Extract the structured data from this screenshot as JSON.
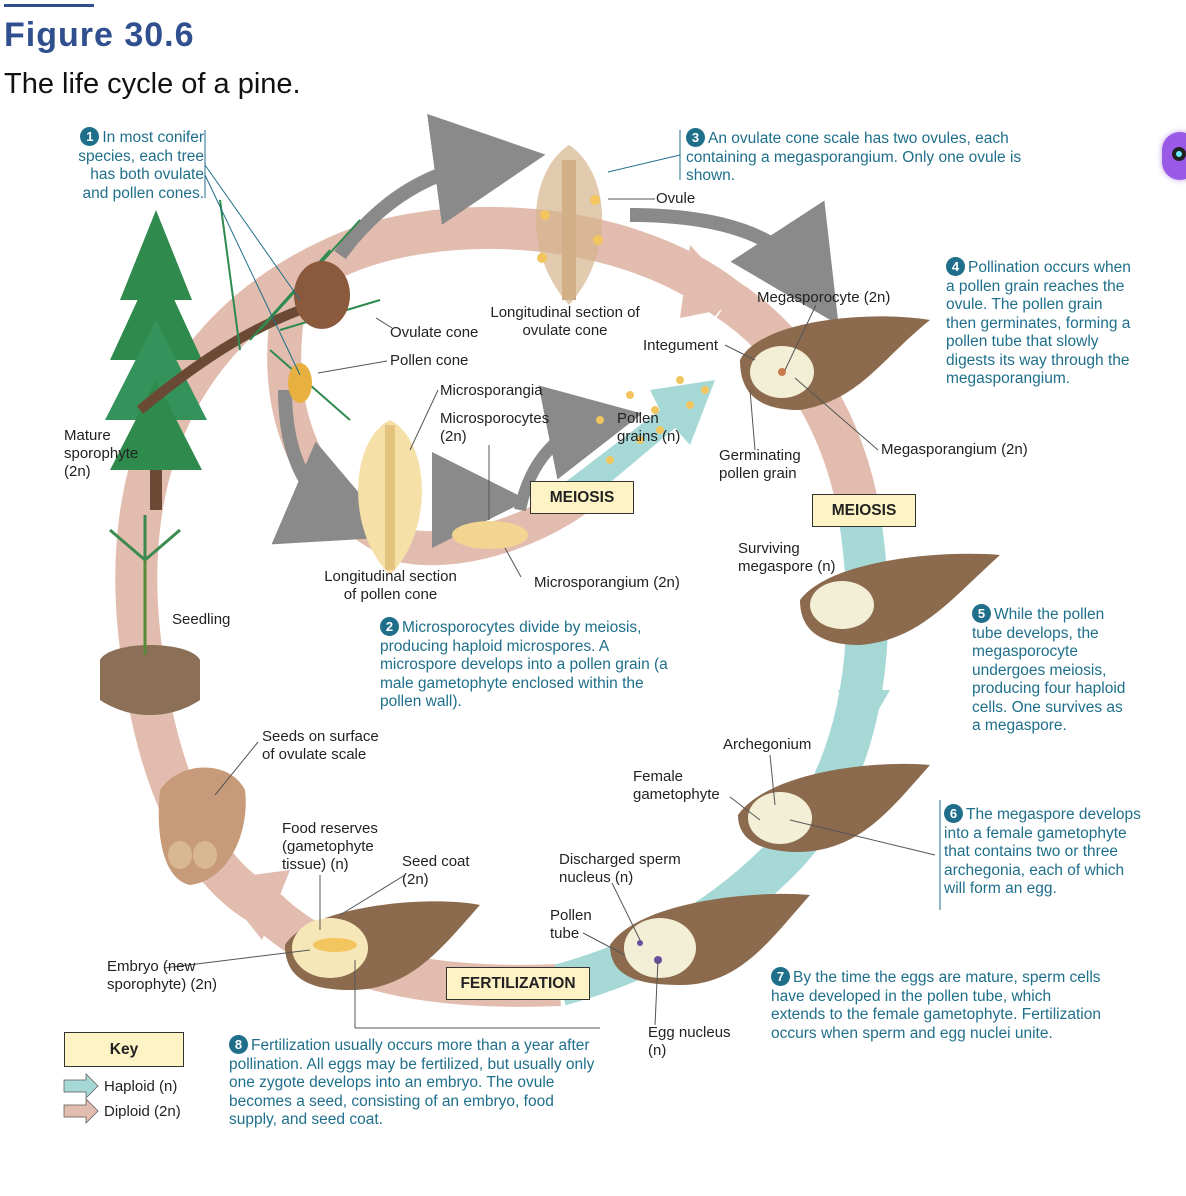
{
  "figure": {
    "title": "Figure 30.6",
    "subtitle": "The life cycle of a pine."
  },
  "steps": [
    {
      "num": "1",
      "text": "In most conifer species, each tree has both ovulate and pollen cones."
    },
    {
      "num": "2",
      "text": "Microsporocytes divide by meiosis, producing haploid microspores. A microspore develops into a pollen grain (a male gametophyte enclosed within the pollen wall)."
    },
    {
      "num": "3",
      "text": "An ovulate cone scale has two ovules, each containing a megasporangium. Only one ovule is shown."
    },
    {
      "num": "4",
      "text": "Pollination occurs when a pollen grain reaches the ovule. The pollen grain then germinates, forming a pollen tube that slowly digests its way through the megasporangium."
    },
    {
      "num": "5",
      "text": "While the pollen tube develops, the megasporocyte undergoes meiosis, producing four haploid cells. One survives as a megaspore."
    },
    {
      "num": "6",
      "text": "The megaspore develops into a female gametophyte that contains two or three archegonia, each of which will form an egg."
    },
    {
      "num": "7",
      "text": "By the time the eggs are mature, sperm cells have developed in the pollen tube, which extends to the female gametophyte. Fertilization occurs when sperm and egg nuclei unite."
    },
    {
      "num": "8",
      "text": "Fertilization usually occurs more than a year after pollination. All eggs may be fertilized, but usually only one zygote develops into an embryo. The ovule becomes a seed, consisting of an embryo, food supply, and seed coat."
    }
  ],
  "labels": {
    "ovule": "Ovule",
    "long_section_ovulate": "Longitudinal section of ovulate cone",
    "ovulate_cone": "Ovulate cone",
    "pollen_cone": "Pollen cone",
    "microsporangia": "Microsporangia",
    "microsporocytes": "Microsporocytes (2n)",
    "pollen_grains": "Pollen grains (n)",
    "megasporocyte": "Megasporocyte (2n)",
    "integument": "Integument",
    "germinating_pollen": "Germinating pollen grain",
    "megasporangium": "Megasporangium (2n)",
    "mature_sporophyte": "Mature sporophyte (2n)",
    "long_section_pollen": "Longitudinal section of pollen cone",
    "microsporangium": "Microsporangium (2n)",
    "surviving_megaspore": "Surviving megaspore (n)",
    "seedling": "Seedling",
    "archegonium": "Archegonium",
    "female_gametophyte": "Female gametophyte",
    "seeds_on_surface": "Seeds on surface of ovulate scale",
    "food_reserves": "Food reserves (gametophyte tissue) (n)",
    "seed_coat": "Seed coat (2n)",
    "discharged_sperm": "Discharged sperm nucleus (n)",
    "pollen_tube": "Pollen tube",
    "embryo": "Embryo (new sporophyte) (2n)",
    "egg_nucleus": "Egg nucleus (n)"
  },
  "boxes": {
    "meiosis_1": "MEIOSIS",
    "meiosis_2": "MEIOSIS",
    "fertilization": "FERTILIZATION"
  },
  "key": {
    "title": "Key",
    "haploid": "Haploid (n)",
    "diploid": "Diploid (2n)"
  },
  "colors": {
    "title_blue": "#2f4f8f",
    "step_blue": "#1f6f8b",
    "haploid": "#a6d8d6",
    "diploid": "#e2bcae",
    "box_fill": "#fdf3c4",
    "ovule_brown": "#8c6a4e",
    "pollen_yellow": "#f2c55e",
    "tree_green": "#2f8a4e"
  }
}
